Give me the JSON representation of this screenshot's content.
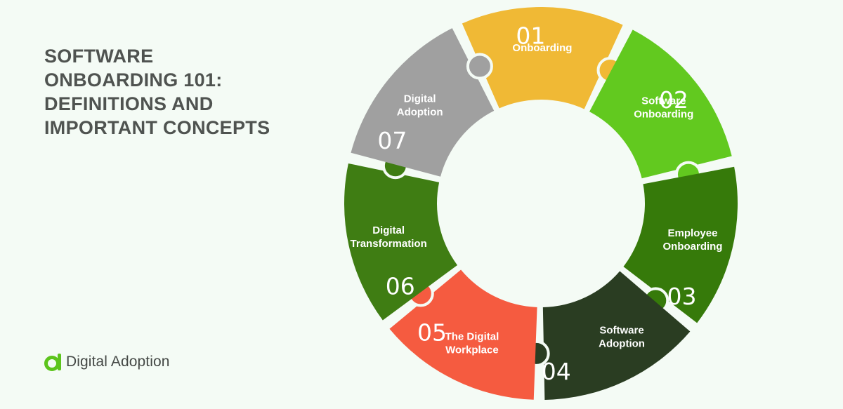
{
  "title_lines": [
    "SOFTWARE",
    "ONBOARDING 101:",
    "DEFINITIONS AND",
    "IMPORTANT CONCEPTS"
  ],
  "brand": {
    "name": "Digital Adoption",
    "logo_color": "#5cc41c"
  },
  "segments": [
    {
      "number": "01",
      "label_lines": [
        "Onboarding"
      ],
      "color": "#f0b935"
    },
    {
      "number": "02",
      "label_lines": [
        "Software",
        "Onboarding"
      ],
      "color": "#62c91f"
    },
    {
      "number": "03",
      "label_lines": [
        "Employee",
        "Onboarding"
      ],
      "color": "#367a0a"
    },
    {
      "number": "04",
      "label_lines": [
        "Software",
        "Adoption"
      ],
      "color": "#2a3d22"
    },
    {
      "number": "05",
      "label_lines": [
        "The Digital",
        "Workplace"
      ],
      "color": "#f55b40"
    },
    {
      "number": "06",
      "label_lines": [
        "Digital",
        "Transformation"
      ],
      "color": "#3f7d13"
    },
    {
      "number": "07",
      "label_lines": [
        "Digital",
        "Adoption"
      ],
      "color": "#a0a0a0"
    }
  ]
}
